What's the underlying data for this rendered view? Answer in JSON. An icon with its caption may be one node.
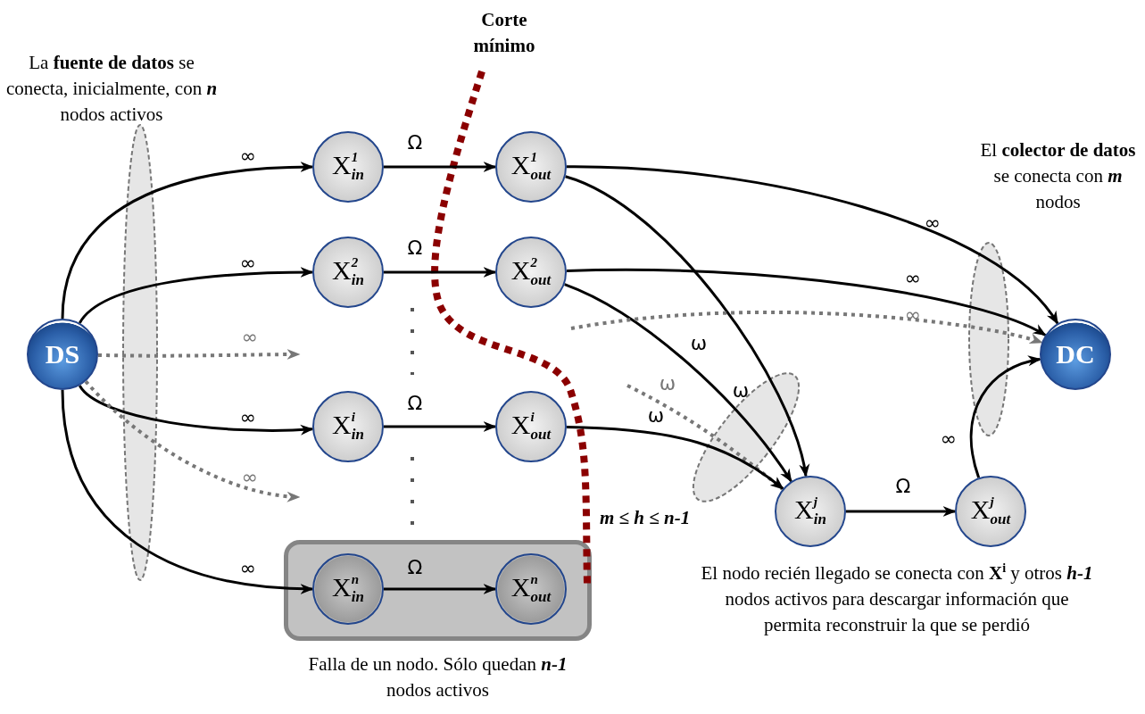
{
  "diagram": {
    "nodes": [
      {
        "text": [
          "DS"
        ]
      },
      {
        "text": [
          "X$^{1}$$_{in}$"
        ]
      },
      {
        "text": [
          "X$^{1}$$_{out}$"
        ]
      },
      {
        "text": [
          "X$^{2}$$_{in}$"
        ]
      },
      {
        "text": [
          "X$^{2}$$_{out}$"
        ]
      },
      {
        "text": [
          "X$^{i}$$_{in}$"
        ]
      },
      {
        "text": [
          "X$^{i}$$_{out}$"
        ]
      },
      {
        "text": [],
        "shape": "box",
        "beside": [
          "Falla de un nodo. Sólo quedan *n-1* nodos activos"
        ]
      },
      {
        "text": [
          "X$^{n}$$_{in}$"
        ],
        "in": 7
      },
      {
        "text": [
          "X$^{n}$$_{out}$"
        ],
        "in": 7
      },
      {
        "text": [
          "X$^{j}$$_{in}$"
        ]
      },
      {
        "text": [
          "X$^{j}$$_{out}$"
        ]
      },
      {
        "text": [
          "DC"
        ]
      }
    ],
    "edges": [
      {
        "from": 0,
        "to": 1,
        "arrow": "to",
        "label": "∞"
      },
      {
        "from": 0,
        "to": 3,
        "arrow": "to",
        "label": "∞"
      },
      {
        "from": 0,
        "to": null,
        "arrow": "to",
        "label": "∞",
        "style": "dashed",
        "color": "#777777"
      },
      {
        "from": 0,
        "to": 5,
        "arrow": "to",
        "label": "∞"
      },
      {
        "from": 0,
        "to": null,
        "arrow": "to",
        "label": "∞",
        "style": "dashed",
        "color": "#777777"
      },
      {
        "from": 0,
        "to": 8,
        "arrow": "to",
        "label": "∞"
      },
      {
        "from": 1,
        "to": 2,
        "arrow": "to",
        "label": "Ω"
      },
      {
        "from": 3,
        "to": 4,
        "arrow": "to",
        "label": "Ω"
      },
      {
        "from": 5,
        "to": 6,
        "arrow": "to",
        "label": "Ω"
      },
      {
        "from": 8,
        "to": 9,
        "arrow": "to",
        "label": "Ω"
      },
      {
        "from": 2,
        "to": 12,
        "arrow": "to",
        "label": "∞"
      },
      {
        "from": 2,
        "to": 10,
        "arrow": "to",
        "label": "ω"
      },
      {
        "from": 4,
        "to": 12,
        "arrow": "to",
        "label": "∞"
      },
      {
        "from": 4,
        "to": 10,
        "arrow": "to",
        "label": "ω"
      },
      {
        "from": null,
        "to": 12,
        "arrow": "to",
        "label": "∞",
        "style": "dashed",
        "color": "#777777"
      },
      {
        "from": null,
        "to": 10,
        "arrow": "to",
        "label": "ω",
        "style": "dashed",
        "color": "#777777"
      },
      {
        "from": 6,
        "to": 10,
        "arrow": "to",
        "label": "ω"
      },
      {
        "from": 10,
        "to": 11,
        "arrow": "to",
        "label": "Ω"
      },
      {
        "from": 11,
        "to": 12,
        "arrow": "to",
        "label": "∞"
      }
    ],
    "labels": [
      "Corte mínimo",
      "La **fuente de datos** se conecta, inicialmente, con *n* nodos activos",
      "El **colector de datos** se conecta con *m* nodos",
      "m ≤ h ≤ n-1",
      "El nodo recién llegado se conecta con **X$^{i}$** y otros *h-1* nodos activos para descargar información que permita reconstruir la que se perdió"
    ]
  }
}
